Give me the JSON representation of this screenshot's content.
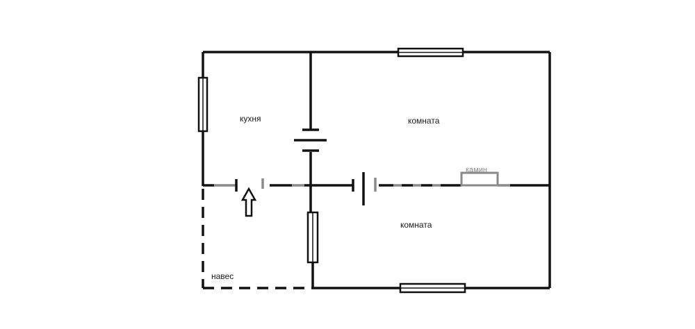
{
  "rooms": {
    "kitchen": "кухня",
    "room_upper": "комната",
    "room_lower": "комната",
    "canopy": "навес"
  },
  "fixtures": {
    "fireplace_label": "камин"
  },
  "icons": {
    "entrance": "arrow-up-icon"
  },
  "colors": {
    "walls": "#111111",
    "door_leaf": "#8a8a8a",
    "background": "#ffffff"
  }
}
